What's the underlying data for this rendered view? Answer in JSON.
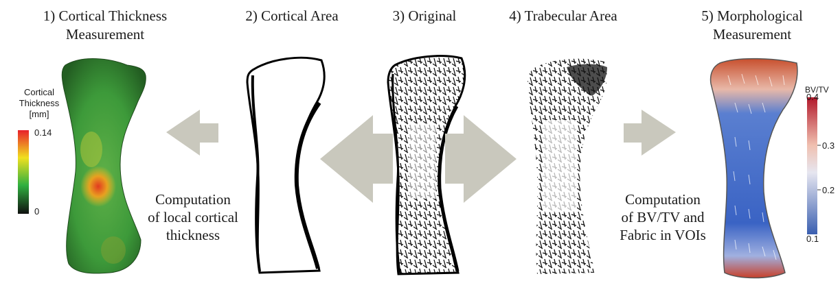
{
  "panels": [
    {
      "title_lines": [
        "1) Cortical Thickness",
        "Measurement"
      ]
    },
    {
      "title_lines": [
        "2) Cortical Area"
      ]
    },
    {
      "title_lines": [
        "3) Original"
      ]
    },
    {
      "title_lines": [
        "4) Trabecular Area"
      ]
    },
    {
      "title_lines": [
        "5) Morphological",
        "Measurement"
      ]
    }
  ],
  "captions": {
    "left": [
      "Computation",
      "of local cortical",
      "thickness"
    ],
    "right": [
      "Computation",
      "of BV/TV and",
      "Fabric in VOIs"
    ]
  },
  "colorbar_thickness": {
    "title_lines": [
      "Cortical",
      "Thickness",
      "[mm]"
    ],
    "max_label": "0.14",
    "min_label": "0",
    "colors": [
      "#e8202a",
      "#f0e020",
      "#30b040",
      "#101010"
    ]
  },
  "colorbar_bvtv": {
    "title": "BV/TV",
    "ticks": [
      "0.4",
      "0.3",
      "0.2",
      "0.1"
    ],
    "colors": [
      "#b2182b",
      "#f0c0b0",
      "#e6e6f0",
      "#3a5fb0"
    ]
  },
  "colors": {
    "arrow": "#c9c8bd",
    "bone_green": "#3d9a3a",
    "bone_blue": "#3a63c4",
    "bone_red": "#c8402a"
  }
}
